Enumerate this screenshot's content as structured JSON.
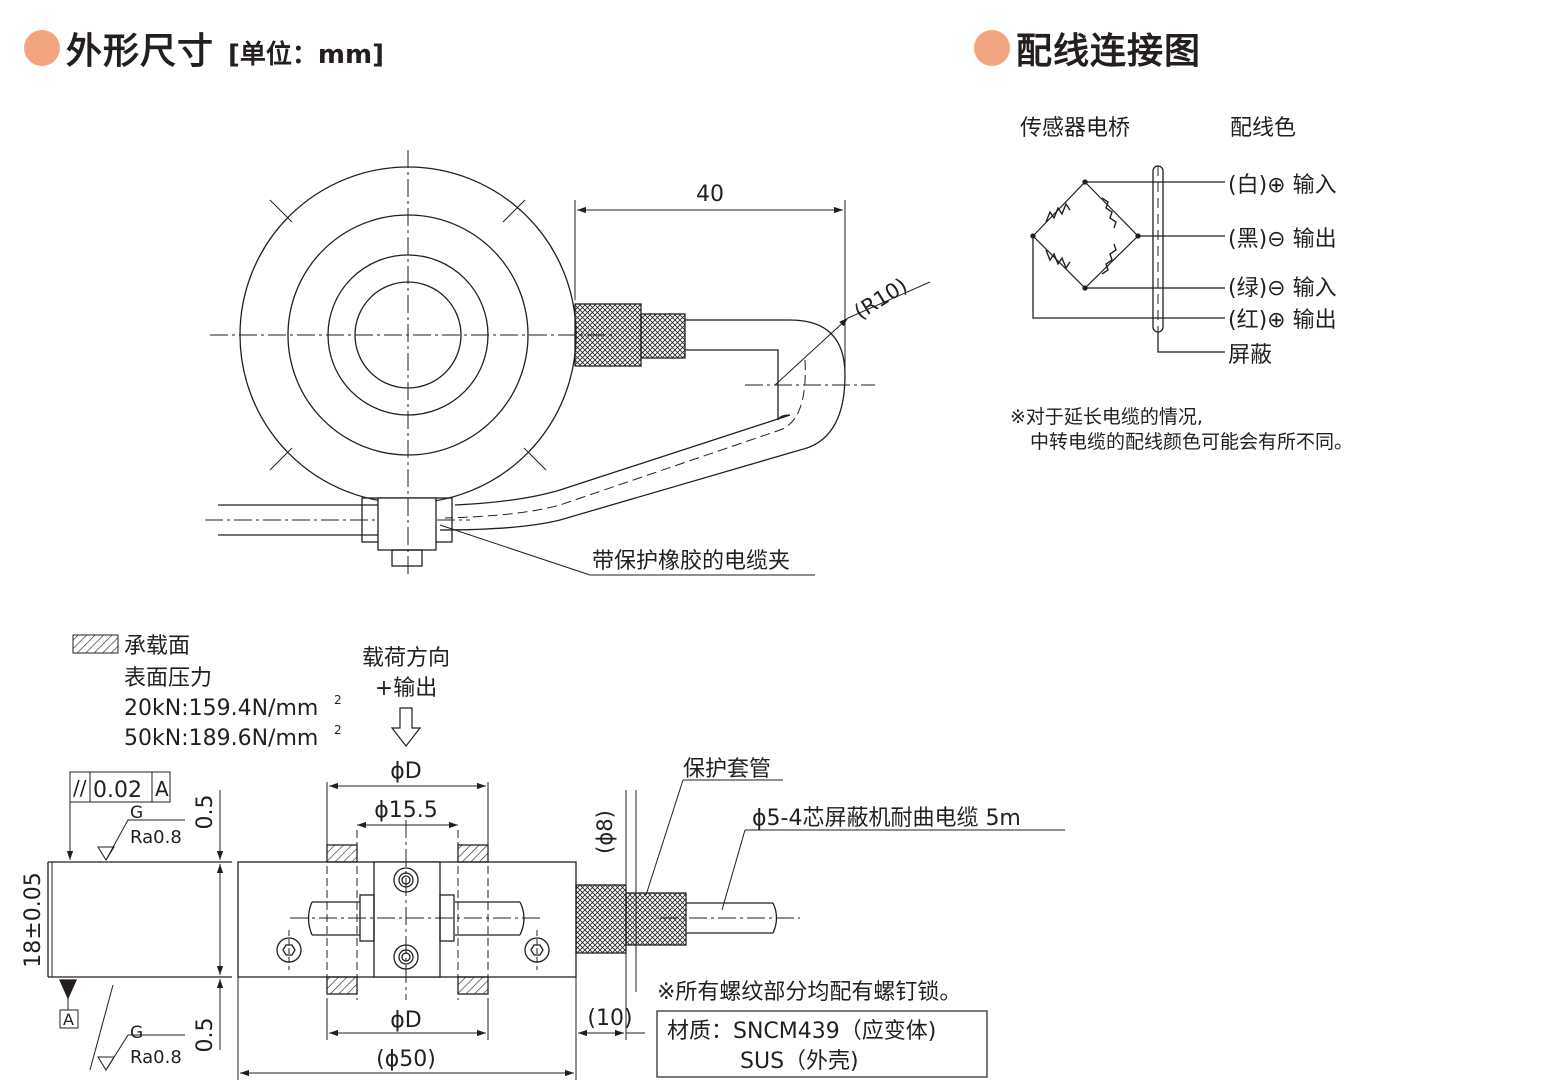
{
  "dims_title": "外形尺寸",
  "dims_unit": "[单位：mm]",
  "wiring_title": "配线连接图",
  "accent_color": "#f4a47f",
  "top_view": {
    "dim_40": "40",
    "radius": "(R10)",
    "clamp_label": "带保护橡胶的电缆夹"
  },
  "side_view": {
    "legend_bearing": "承载面",
    "legend_pressure": "表面压力",
    "pressure_20": "20kN:159.4N/mm",
    "pressure_50": "50kN:189.6N/mm",
    "sup2": "2",
    "load_dir_1": "载荷方向",
    "load_dir_2": "+输出",
    "phi_d_top": "ϕD",
    "phi_155": "ϕ15.5",
    "phi_d_bottom": "ϕD",
    "phi_50": "(ϕ50)",
    "phi_8": "(ϕ8)",
    "dim_10": "(10)",
    "dim_05_top": "0.5",
    "dim_05_bottom": "0.5",
    "dim_18": "18±0.05",
    "parallel_sym": "//",
    "parallel_val": "0.02",
    "datum": "A",
    "datum_box": "A",
    "g_top": "G",
    "ra_top": "Ra0.8",
    "g_bottom": "G",
    "ra_bottom": "Ra0.8",
    "sleeve": "保护套管",
    "cable": "ϕ5-4芯屏蔽机耐曲电缆 5m",
    "thread_note": "※所有螺纹部分均配有螺钉锁。",
    "material_1": "材质：SNCM439（应变体)",
    "material_2": "SUS（外壳)"
  },
  "wiring": {
    "bridge_label": "传感器电桥",
    "color_label": "配线色",
    "rows": [
      "(白)⊕ 输入",
      "(黑)⊖ 输出",
      "(绿)⊖ 输入",
      "(红)⊕ 输出"
    ],
    "shield": "屏蔽",
    "note_1": "※对于延长电缆的情况,",
    "note_2": "中转电缆的配线颜色可能会有所不同。"
  }
}
